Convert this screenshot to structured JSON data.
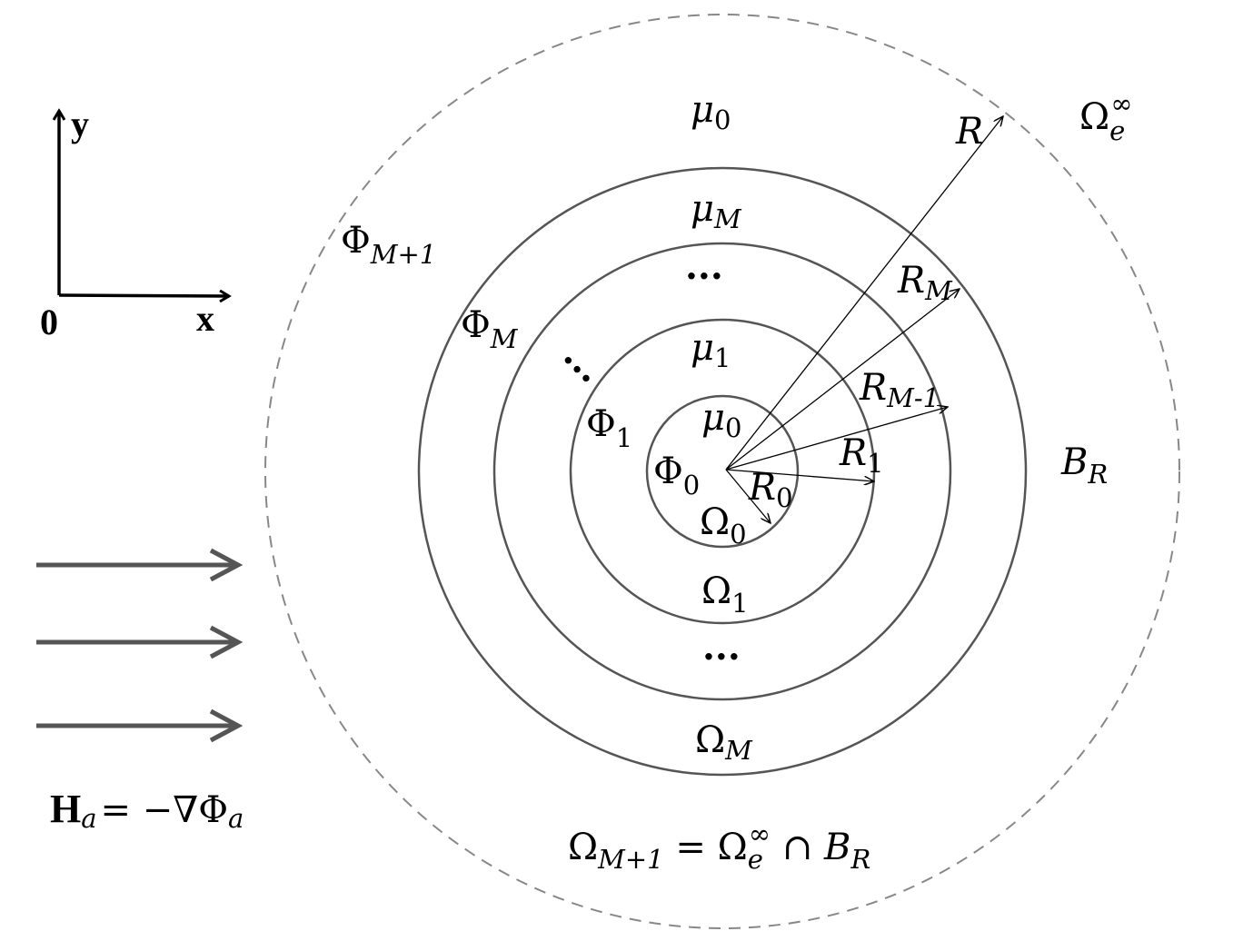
{
  "axes": {
    "y": "y",
    "x": "x",
    "origin": "0"
  },
  "labels": {
    "mu_outer": {
      "main": "μ",
      "sub": "0"
    },
    "mu_M": {
      "main": "μ",
      "sub": "M"
    },
    "dots_top": "···",
    "mu_1": {
      "main": "μ",
      "sub": "1"
    },
    "mu_0": {
      "main": "μ",
      "sub": "0"
    },
    "phi_M1": {
      "main": "Φ",
      "sub": "M+1"
    },
    "phi_M": {
      "main": "Φ",
      "sub": "M"
    },
    "dots_left": "···",
    "phi_1": {
      "main": "Φ",
      "sub": "1"
    },
    "phi_0": {
      "main": "Φ",
      "sub": "0"
    },
    "omega_0": {
      "main": "Ω",
      "sub": "0"
    },
    "omega_1": {
      "main": "Ω",
      "sub": "1"
    },
    "dots_bottom": "···",
    "omega_M": {
      "main": "Ω",
      "sub": "M"
    },
    "R": "R",
    "R_M": {
      "main": "R",
      "sub": "M"
    },
    "R_M1": {
      "main": "R",
      "sub": "M-1"
    },
    "R_1": {
      "main": "R",
      "sub": "1"
    },
    "R_0": {
      "main": "R",
      "sub": "0"
    },
    "omega_e": {
      "main": "Ω",
      "sub": "e",
      "sup": "∞"
    },
    "B_R": {
      "main": "B",
      "sub": "R"
    },
    "bottom_eq": {
      "a": "Ω",
      "a_sub": "M+1",
      "eq": " = Ω",
      "e_sub": "e",
      "e_sup": "∞",
      "cap": " ∩ ",
      "b": "B",
      "b_sub": "R"
    },
    "field_eq": {
      "H": "H",
      "H_sub": "a",
      "rest": "= −∇Φ",
      "rest_sub": "a"
    }
  },
  "colors": {
    "circle": "#555555",
    "dashed": "#888888",
    "arrow": "#555555"
  }
}
